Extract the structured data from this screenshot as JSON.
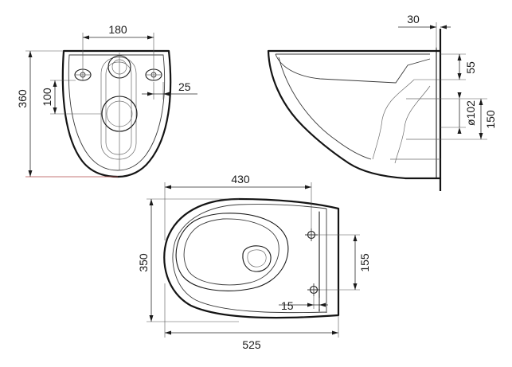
{
  "dimensions": {
    "front_top_width": "180",
    "front_height": "360",
    "front_inlet_height": "100",
    "front_side_offset": "25",
    "side_wall_offset": "30",
    "side_inlet_height": "55",
    "side_outlet_diameter": "ø102",
    "side_outlet_height": "150",
    "plan_width_upper": "430",
    "plan_depth": "350",
    "plan_total_length": "525",
    "plan_bolt_spacing": "155",
    "plan_bolt_offset": "15"
  }
}
